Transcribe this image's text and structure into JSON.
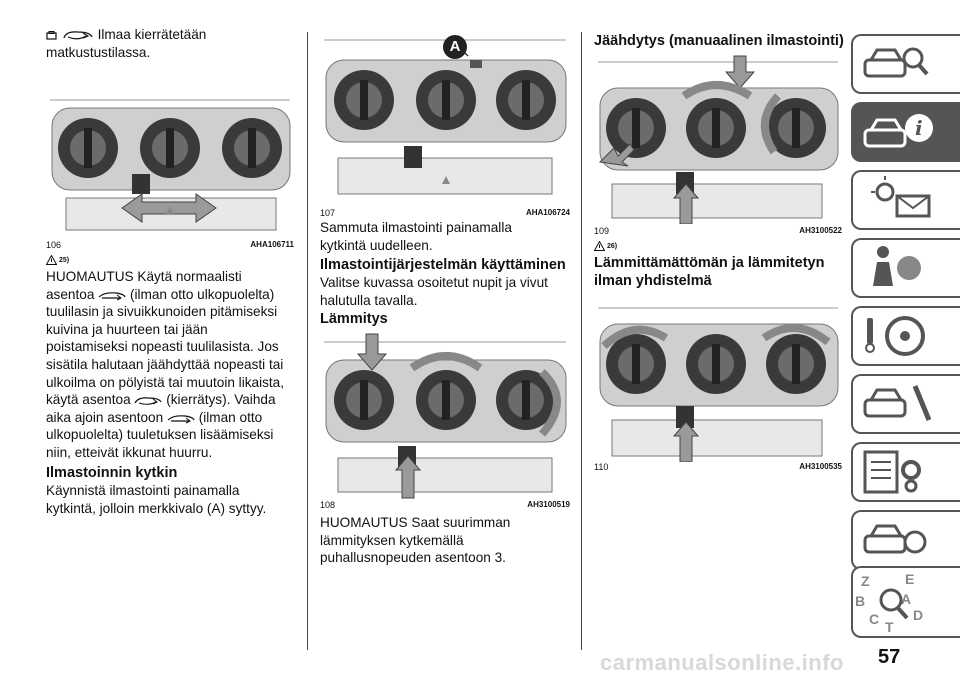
{
  "col1": {
    "intro_line1": "Ilmaa kierrätetään",
    "intro_line2": "matkustustilassa.",
    "fig106_num": "106",
    "fig106_code": "AHA106711",
    "warn_ref": "25)",
    "note": [
      "HUOMAUTUS Käytä normaalisti",
      "asentoa",
      "(ilman otto ulkopuolelta)",
      "tuulilasin ja sivuikkunoiden pitämiseksi",
      "kuivina ja huurteen tai jään",
      "poistamiseksi nopeasti tuulilasista. Jos",
      "sisätila halutaan jäähdyttää nopeasti tai",
      "ulkoilma on pölyistä tai muutoin likaista,",
      "käytä asentoa",
      "(kierrätys). Vaihda",
      "aika ajoin asentoon",
      "(ilman otto",
      "ulkopuolelta) tuuletuksen lisäämiseksi",
      "niin, etteivät ikkunat huurru."
    ],
    "heading": "Ilmastoinnin kytkin",
    "body1": "Käynnistä ilmastointi painamalla",
    "body2": "kytkintä, jolloin merkkivalo (A) syttyy."
  },
  "col2": {
    "fig107_num": "107",
    "fig107_code": "AHA106724",
    "label_a": "A",
    "t1": "Sammuta ilmastointi painamalla",
    "t2": "kytkintä uudelleen.",
    "heading1": "Ilmastointijärjestelmän käyttäminen",
    "t3": "Valitse kuvassa osoitetut nupit ja vivut",
    "t4": "halutulla tavalla.",
    "heading2": "Lämmitys",
    "fig108_num": "108",
    "fig108_code": "AH3100519",
    "t5": "HUOMAUTUS Saat suurimman",
    "t6": "lämmityksen kytkemällä",
    "t7": "puhallusnopeuden asentoon 3."
  },
  "col3": {
    "heading1": "Jäähdytys (manuaalinen ilmastointi)",
    "fig109_num": "109",
    "fig109_code": "AH3100522",
    "warn_ref": "26)",
    "heading2a": "Lämmittämättömän ja lämmitetyn",
    "heading2b": "ilman yhdistelmä",
    "fig110_num": "110",
    "fig110_code": "AH3100535"
  },
  "sidebar": {
    "tabs": [
      "dashboard-search-icon",
      "car-info-icon",
      "warning-lights-icon",
      "airbag-safety-icon",
      "steering-start-icon",
      "breakdown-tools-icon",
      "maintenance-icon",
      "specifications-icon",
      "index-icon"
    ],
    "active_index": 1,
    "index_letters": [
      "Z",
      "E",
      "B",
      "A",
      "C",
      "T",
      "D"
    ]
  },
  "page_number": "57",
  "watermark": "carmanualsonline.info"
}
